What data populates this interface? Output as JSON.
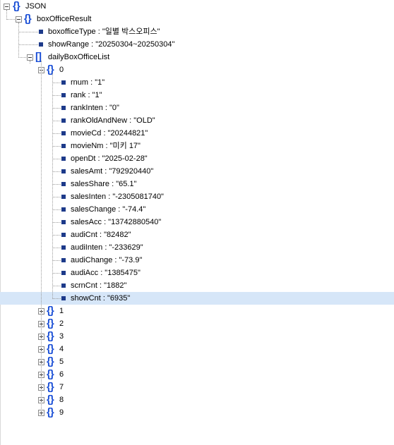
{
  "tree": {
    "root_label": "JSON",
    "box_office_result_label": "boxOfficeResult",
    "box_office_type": "boxofficeType : \"일별 박스오피스\"",
    "show_range": "showRange : \"20250304~20250304\"",
    "daily_list_label": "dailyBoxOfficeList",
    "item0_label": "0",
    "item0_fields": [
      "rnum : \"1\"",
      "rank : \"1\"",
      "rankInten : \"0\"",
      "rankOldAndNew : \"OLD\"",
      "movieCd : \"20244821\"",
      "movieNm : \"미키 17\"",
      "openDt : \"2025-02-28\"",
      "salesAmt : \"792920440\"",
      "salesShare : \"65.1\"",
      "salesInten : \"-2305081740\"",
      "salesChange : \"-74.4\"",
      "salesAcc : \"13742880540\"",
      "audiCnt : \"82482\"",
      "audiInten : \"-233629\"",
      "audiChange : \"-73.9\"",
      "audiAcc : \"1385475\"",
      "scrnCnt : \"1882\"",
      "showCnt : \"6935\""
    ],
    "selected_field_index": 17,
    "collapsed_items": [
      "1",
      "2",
      "3",
      "4",
      "5",
      "6",
      "7",
      "8",
      "9"
    ]
  },
  "icons": {
    "object_icon": "curly-braces-icon",
    "array_icon": "square-brackets-icon",
    "leaf_icon": "square-bullet-icon",
    "expand_icon": "plus-box-icon",
    "collapse_icon": "minus-box-icon"
  },
  "colors": {
    "icon_blue": "#1a4fd6",
    "leaf_square": "#1d3a8a",
    "selection_bg": "#d6e6f8"
  }
}
